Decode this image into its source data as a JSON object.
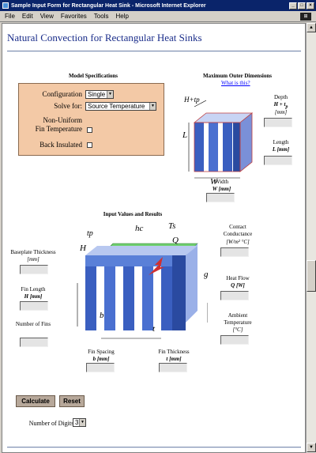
{
  "window": {
    "title": "Sample Input Form for Rectangular Heat Sink - Microsoft Internet Explorer"
  },
  "menu": {
    "items": [
      "File",
      "Edit",
      "View",
      "Favorites",
      "Tools",
      "Help"
    ]
  },
  "page": {
    "title": "Natural Convection for Rectangular Heat Sinks"
  },
  "specs": {
    "heading": "Model Specifications",
    "configuration_label": "Configuration",
    "configuration_value": "Single",
    "solve_for_label": "Solve for:",
    "solve_for_value": "Source Temperature",
    "nonuniform_label_1": "Non-Uniform",
    "nonuniform_label_2": "Fin Temperature",
    "back_insulated_label": "Back Insulated"
  },
  "outer": {
    "heading": "Maximum Outer Dimensions",
    "link": "What is this?",
    "depth_label": "Depth",
    "depth_unit": "[mm]",
    "length_label": "Length",
    "length_unit": "L [mm]",
    "width_label": "Width",
    "width_unit": "W [mm]"
  },
  "results": {
    "heading": "Input Values and Results",
    "baseplate_label": "Baseplate Thickness",
    "baseplate_unit": "[mm]",
    "fin_length_label": "Fin Length",
    "fin_length_unit": "H [mm]",
    "num_fins_label": "Number of Fins",
    "fin_spacing_label": "Fin Spacing",
    "fin_spacing_unit": "b [mm]",
    "fin_thickness_label": "Fin Thickness",
    "fin_thickness_unit": "t [mm]",
    "contact_label_1": "Contact",
    "contact_label_2": "Conductance",
    "contact_unit": "[W/m² °C]",
    "heat_flow_label": "Heat Flow",
    "heat_flow_unit": "Q [W]",
    "ambient_label_1": "Ambient",
    "ambient_label_2": "Temperature",
    "ambient_unit": "[°C]"
  },
  "buttons": {
    "calculate": "Calculate",
    "reset": "Reset"
  },
  "digits": {
    "label": "Number of Digits",
    "value": "3"
  },
  "diagram": {
    "dims_top": "H+tp",
    "dim_L": "L",
    "dim_W": "W",
    "lab_tp": "tp",
    "lab_hc": "hc",
    "lab_Ts": "Ts",
    "lab_Q": "Q",
    "lab_H": "H",
    "lab_g": "g",
    "lab_b": "b",
    "lab_t": "t"
  },
  "colors": {
    "titlebar": "#0a246a",
    "heading": "#1a2d8a",
    "panel": "#f3c9a6",
    "fin": "#3a5fc0",
    "button": "#b7a89a"
  }
}
